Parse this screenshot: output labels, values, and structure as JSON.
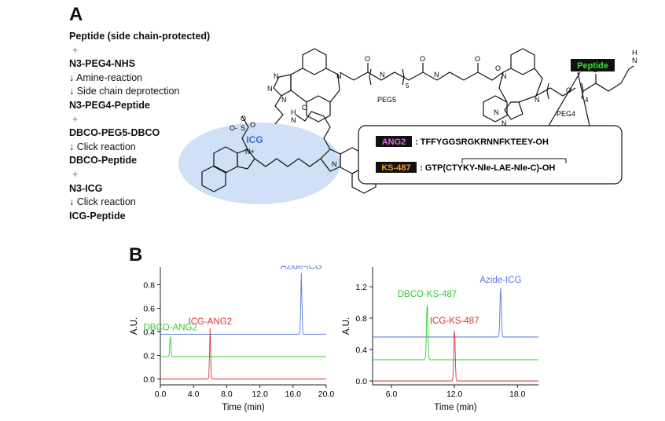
{
  "panels": {
    "a": "A",
    "b": "B"
  },
  "steps": [
    {
      "text": "Peptide (side chain-protected)",
      "kind": "bold"
    },
    {
      "text": "+",
      "kind": "plus"
    },
    {
      "text": "N3-PEG4-NHS",
      "kind": "bold"
    },
    {
      "text": "↓ Amine-reaction",
      "kind": "arrow"
    },
    {
      "text": "↓ Side chain deprotection",
      "kind": "arrow"
    },
    {
      "text": "N3-PEG4-Peptide",
      "kind": "bold"
    },
    {
      "text": "+",
      "kind": "plus"
    },
    {
      "text": "DBCO-PEG5-DBCO",
      "kind": "bold"
    },
    {
      "text": "↓ Click reaction",
      "kind": "arrow"
    },
    {
      "text": "DBCO-Peptide",
      "kind": "bold"
    },
    {
      "text": "+",
      "kind": "plus"
    },
    {
      "text": "N3-ICG",
      "kind": "bold"
    },
    {
      "text": "↓ Click reaction",
      "kind": "arrow"
    },
    {
      "text": "ICG-Peptide",
      "kind": "bold"
    }
  ],
  "structure": {
    "icg_label": "ICG",
    "peg5": "PEG5",
    "peg4": "PEG4",
    "peptide_tag": "Peptide",
    "sub5": "5",
    "sub4": "4",
    "atoms": {
      "O": "O",
      "N": "N",
      "H": "H",
      "S": "S",
      "Nplus": "N+",
      "Ominus": "O-"
    },
    "colors": {
      "icg_bg": "#cfe0f7",
      "icg_text": "#3070d0",
      "peptide_bg": "#111111",
      "peptide_text": "#38e038"
    }
  },
  "sequences": [
    {
      "name": "ANG2",
      "name_color": "#e06adf",
      "seq": ": TFFYGGSRGKRNNFKTEEY-OH"
    },
    {
      "name": "KS-487",
      "name_color": "#f0a020",
      "seq": ": GTP(CTYKY-Nle-LAE-Nle-C)-OH"
    }
  ],
  "chart_data": [
    {
      "type": "line",
      "xlabel": "Time (min)",
      "ylabel": "A.U.",
      "xlim": [
        0,
        20
      ],
      "ylim": [
        -0.05,
        0.95
      ],
      "xticks": [
        "0.0",
        "4.0",
        "8.0",
        "12.0",
        "16.0",
        "20.0"
      ],
      "xtick_values": [
        0,
        4,
        8,
        12,
        16,
        20
      ],
      "yticks": [
        "0.0",
        "0.2",
        "0.4",
        "0.6",
        "0.8"
      ],
      "ytick_values": [
        0,
        0.2,
        0.4,
        0.6,
        0.8
      ],
      "series": [
        {
          "name": "Azide-ICG",
          "color": "#5577dd",
          "baseline": 0.38,
          "peak_x": 17.0,
          "peak_y": 0.9
        },
        {
          "name": "DBCO-ANG2",
          "color": "#33cc33",
          "baseline": 0.19,
          "peak_x": 1.2,
          "peak_y": 0.38
        },
        {
          "name": "ICG-ANG2",
          "color": "#dd3333",
          "baseline": 0.0,
          "peak_x": 6.0,
          "peak_y": 0.43
        }
      ]
    },
    {
      "type": "line",
      "xlabel": "Time (min)",
      "ylabel": "A.U.",
      "xlim": [
        4.2,
        20
      ],
      "ylim": [
        -0.05,
        1.45
      ],
      "xticks": [
        "6.0",
        "12.0",
        "18.0"
      ],
      "xtick_values": [
        6,
        12,
        18
      ],
      "yticks": [
        "0.0",
        "0.4",
        "0.8",
        "1.2"
      ],
      "ytick_values": [
        0,
        0.4,
        0.8,
        1.2
      ],
      "series": [
        {
          "name": "Azide-ICG",
          "color": "#5577dd",
          "baseline": 0.56,
          "peak_x": 16.4,
          "peak_y": 1.2
        },
        {
          "name": "DBCO-KS-487",
          "color": "#33cc33",
          "baseline": 0.27,
          "peak_x": 9.4,
          "peak_y": 1.02
        },
        {
          "name": "ICG-KS-487",
          "color": "#dd3333",
          "baseline": 0.0,
          "peak_x": 12.0,
          "peak_y": 0.68
        }
      ]
    }
  ]
}
